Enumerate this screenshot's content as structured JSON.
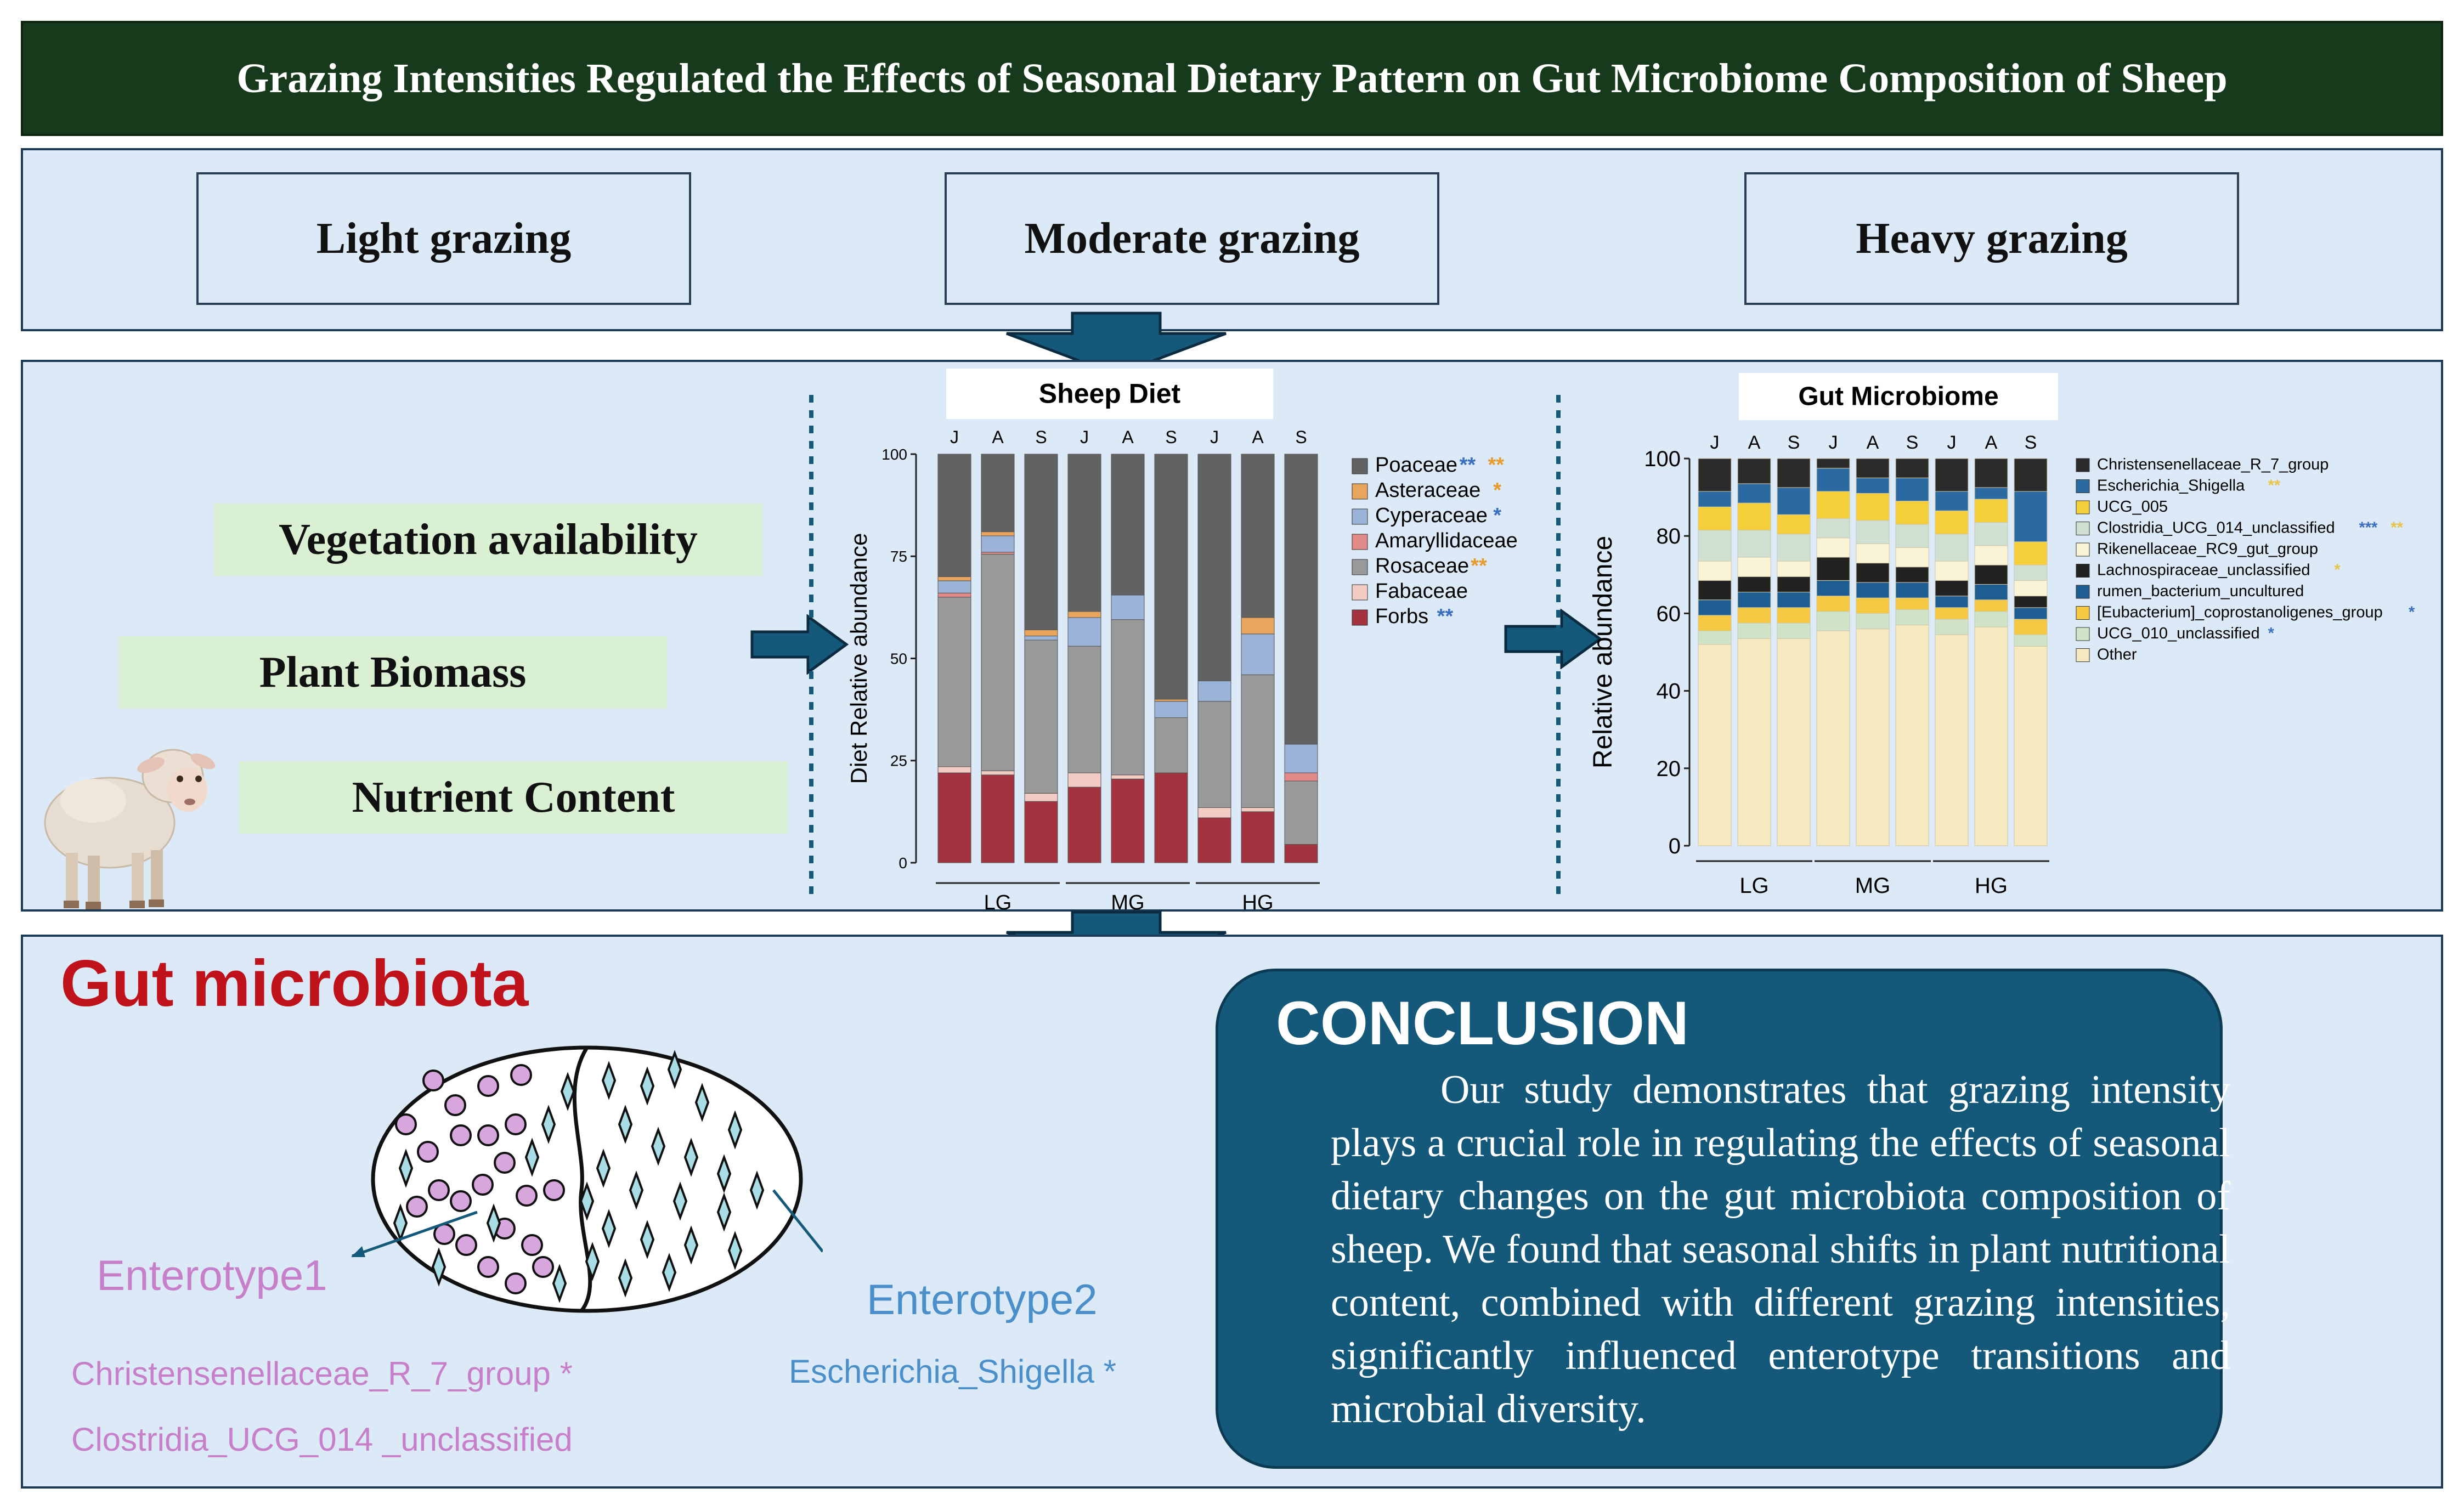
{
  "title": "Grazing Intensities Regulated the Effects of Seasonal Dietary Pattern on Gut Microbiome Composition of Sheep",
  "grazing": [
    "Light grazing",
    "Moderate grazing",
    "Heavy grazing"
  ],
  "factors": [
    "Vegetation availability",
    "Plant Biomass",
    "Nutrient Content"
  ],
  "gut_heading": "Gut microbiota",
  "enterotype1": {
    "label": "Enterotype1",
    "markers": [
      "Christensenellaceae_R_7_group *",
      "Clostridia_UCG_014 _unclassified"
    ],
    "color": "#c77fc9"
  },
  "enterotype2": {
    "label": "Enterotype2",
    "markers": [
      "Escherichia_Shigella *"
    ],
    "color": "#4a8fc9"
  },
  "conclusion": {
    "title": "CONCLUSION",
    "text": "Our study demonstrates that grazing intensity plays a crucial role in regulating the effects of seasonal dietary changes on the gut microbiota composition of sheep. We found that seasonal shifts in plant nutritional content, combined with different grazing intensities, significantly influenced enterotype transitions and microbial diversity."
  },
  "colors": {
    "title_bg": "#163a1b",
    "panel_bg": "#dce9f6",
    "factor_bg": "#d9f0d3",
    "conclusion_bg": "#14587a",
    "heading_red": "#c0121a"
  },
  "chart_data": [
    {
      "type": "bar",
      "stacked": true,
      "title": "Sheep Diet",
      "ylabel": "Diet Relative abundance",
      "ylim": [
        0,
        100
      ],
      "yticks": [
        0,
        25,
        50,
        75,
        100
      ],
      "categories": [
        "J",
        "A",
        "S",
        "J",
        "A",
        "S",
        "J",
        "A",
        "S"
      ],
      "groups": [
        {
          "name": "LG",
          "span": [
            0,
            2
          ]
        },
        {
          "name": "MG",
          "span": [
            3,
            5
          ]
        },
        {
          "name": "HG",
          "span": [
            6,
            8
          ]
        }
      ],
      "legend_position": "right",
      "series": [
        {
          "name": "Forbs",
          "sig": "**",
          "sig_color": "#3a6fc0",
          "color": "#a3343f",
          "values": [
            22,
            21.5,
            15,
            18.5,
            20.5,
            22,
            11,
            12.5,
            4.5
          ]
        },
        {
          "name": "Fabaceae",
          "sig": "",
          "sig_color": "",
          "color": "#f2cbc2",
          "values": [
            1.5,
            1,
            2,
            3.5,
            1,
            0,
            2.5,
            1,
            0
          ]
        },
        {
          "name": "Rosaceae",
          "sig": "**",
          "sig_color": "#e89a2c",
          "color": "#999999",
          "values": [
            41.5,
            53,
            37.5,
            31,
            38,
            13.5,
            26,
            32.5,
            15.5
          ]
        },
        {
          "name": "Amaryllidaceae",
          "sig": "",
          "sig_color": "",
          "color": "#e28a87",
          "values": [
            1,
            0.5,
            0,
            0,
            0,
            0,
            0,
            0,
            2
          ]
        },
        {
          "name": "Cyperaceae",
          "sig": "*",
          "sig_color": "#3a6fc0",
          "color": "#9cb3d8",
          "values": [
            3,
            4,
            1,
            7,
            6,
            4,
            5,
            10,
            7
          ]
        },
        {
          "name": "Asteraceae",
          "sig": "*",
          "sig_color": "#e89a2c",
          "color": "#e8a55e",
          "values": [
            1,
            1,
            1.5,
            1.5,
            0,
            0.5,
            0,
            4,
            0
          ]
        },
        {
          "name": "Poaceae",
          "sig": "**",
          "sig_color": "#3a6fc0",
          "sig2": "**",
          "sig2_color": "#e89a2c",
          "color": "#626262",
          "values": [
            30,
            19,
            43,
            38.5,
            34.5,
            60,
            55.5,
            40,
            71
          ]
        }
      ]
    },
    {
      "type": "bar",
      "stacked": true,
      "title": "Gut Microbiome",
      "ylabel": "Relative abundance",
      "ylim": [
        0,
        100
      ],
      "yticks": [
        0,
        20,
        40,
        60,
        80,
        100
      ],
      "categories": [
        "J",
        "A",
        "S",
        "J",
        "A",
        "S",
        "J",
        "A",
        "S"
      ],
      "groups": [
        {
          "name": "LG",
          "span": [
            0,
            2
          ]
        },
        {
          "name": "MG",
          "span": [
            3,
            5
          ]
        },
        {
          "name": "HG",
          "span": [
            6,
            8
          ]
        }
      ],
      "legend_position": "right",
      "series": [
        {
          "name": "Other",
          "sig": "",
          "color": "#f6e8bf",
          "values": [
            52,
            53.5,
            53.5,
            55.5,
            56,
            57,
            54.5,
            56.5,
            51.5
          ]
        },
        {
          "name": "UCG_010_unclassified",
          "sig": "*",
          "sig_color": "#3a6fc0",
          "color": "#cfe3c9",
          "values": [
            3.5,
            4,
            4,
            5,
            4,
            4,
            4,
            4,
            3
          ]
        },
        {
          "name": "[Eubacterium]_coprostanoligenes_group",
          "sig": "*",
          "sig_color": "#3a6fc0",
          "color": "#f5c842",
          "values": [
            4,
            4,
            4,
            4,
            4,
            3,
            3,
            3,
            4
          ]
        },
        {
          "name": "rumen_bacterium_uncultured",
          "sig": "",
          "color": "#1d5d91",
          "values": [
            4,
            4,
            4,
            4,
            4,
            4,
            3,
            4,
            3
          ]
        },
        {
          "name": "Lachnospiraceae_unclassified",
          "sig": "*",
          "sig_color": "#e8c44a",
          "color": "#222222",
          "values": [
            5,
            4,
            4,
            6,
            5,
            4,
            4,
            5,
            3
          ]
        },
        {
          "name": "Rikenellaceae_RC9_gut_group",
          "sig": "",
          "color": "#fbf3d6",
          "values": [
            5,
            5,
            4,
            5,
            5,
            5,
            5,
            5,
            4
          ]
        },
        {
          "name": "Clostridia_UCG_014_unclassified",
          "sig": "***",
          "sig_color": "#3a6fc0",
          "sig2": "**",
          "sig2_color": "#e8c44a",
          "color": "#cfe0d3",
          "values": [
            8,
            7,
            7,
            5,
            6,
            6,
            7,
            6,
            4
          ]
        },
        {
          "name": "UCG_005",
          "sig": "",
          "color": "#f5cf3a",
          "values": [
            6,
            7,
            5,
            7,
            7,
            6,
            6,
            6,
            6
          ]
        },
        {
          "name": "Escherichia_Shigella",
          "sig": "**",
          "sig_color": "#e8c44a",
          "color": "#2a6aa0",
          "values": [
            4,
            5,
            7,
            6,
            4,
            6,
            5,
            3,
            13
          ]
        },
        {
          "name": "Christensenellaceae_R_7_group",
          "sig": "",
          "color": "#2b2b2b",
          "values": [
            8.5,
            6.5,
            7.5,
            2.5,
            5,
            5,
            8.5,
            7.5,
            8.5
          ]
        }
      ]
    }
  ]
}
